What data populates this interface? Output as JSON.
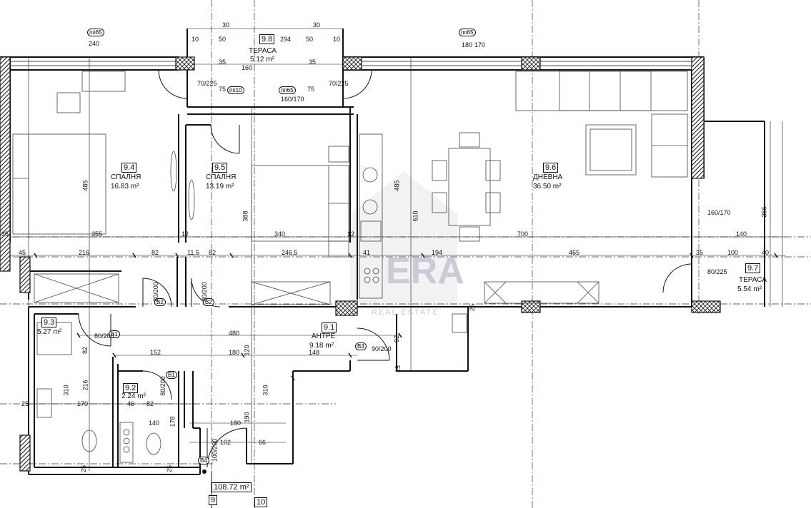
{
  "rooms": {
    "r94": {
      "code": "9.4",
      "name": "СПАЛНЯ",
      "area": "16.83 m²"
    },
    "r95": {
      "code": "9.5",
      "name": "СПАЛНЯ",
      "area": "13.19 m²"
    },
    "r96": {
      "code": "9.6",
      "name": "ДНЕВНА",
      "area": "36.50 m²"
    },
    "r98": {
      "code": "9.8",
      "name": "ТЕРАСА",
      "area": "5.12 m²"
    },
    "r97": {
      "code": "9.7",
      "name": "ТЕРАСА",
      "area": "5.54 m²"
    },
    "r91": {
      "code": "9.1",
      "name": "АНТРЕ",
      "area": "9.18 m²"
    },
    "r93": {
      "code": "9.3",
      "area": "5.27 m²"
    },
    "r92": {
      "code": "9.2",
      "area": "2.24 m²"
    }
  },
  "total_area": "108.72 m²",
  "grid_labels": {
    "g9": "9",
    "g10": "10"
  },
  "watermark": {
    "main": "ERA",
    "sub": "REAL ESTATE"
  },
  "tags": {
    "pn65": "пп65",
    "pn10": "пп10",
    "b1": "B1",
    "b2": "B2",
    "b3": "B3",
    "b4": "B4"
  },
  "dims": {
    "d294": "294",
    "d50a": "50",
    "d50b": "50",
    "d10a": "10",
    "d10b": "10",
    "d30a": "30",
    "d30b": "30",
    "d160": "160",
    "d35a": "35",
    "d35b": "35",
    "d75a": "75",
    "d75b": "75",
    "d180": "180",
    "d170": "170",
    "d240": "240",
    "d355": "355",
    "d340": "340",
    "d700": "700",
    "d140": "140",
    "d12a": "12",
    "d12b": "12",
    "d45": "45",
    "d216": "216",
    "d82a": "82",
    "d11_5": "11.5",
    "d82b": "82",
    "d246_5": "246.5",
    "d41": "41",
    "d194": "194",
    "d465": "465",
    "d100": "100",
    "d40": "40",
    "d35c": "35",
    "d35d": "35",
    "d485": "485",
    "d485b": "485",
    "d388": "388",
    "d610": "610",
    "d356": "356",
    "d480": "480",
    "d152": "152",
    "d180b": "180",
    "d120": "120",
    "d148": "148",
    "d92": "92",
    "d25a": "25",
    "d25b": "25",
    "d310a": "310",
    "d216b": "216",
    "d82c": "82",
    "d170b": "170",
    "d46": "46",
    "d82d": "82",
    "d310b": "310",
    "d190": "190",
    "d178": "178",
    "d140b": "140",
    "d180c": "180",
    "d102": "102",
    "d66": "66",
    "d25c": "25",
    "d25d": "25",
    "d25e": "25",
    "d80_200a": "80/200",
    "d80_200b": "80/200",
    "d90_200": "90/200",
    "d80_200c": "80/200",
    "d80_200d": "80/200",
    "d70_225a": "70/225",
    "d70_225b": "70/225",
    "d80_225": "80/225",
    "d160_170a": "160/170",
    "d160_170b": "160/170",
    "d100_200": "100/200"
  }
}
